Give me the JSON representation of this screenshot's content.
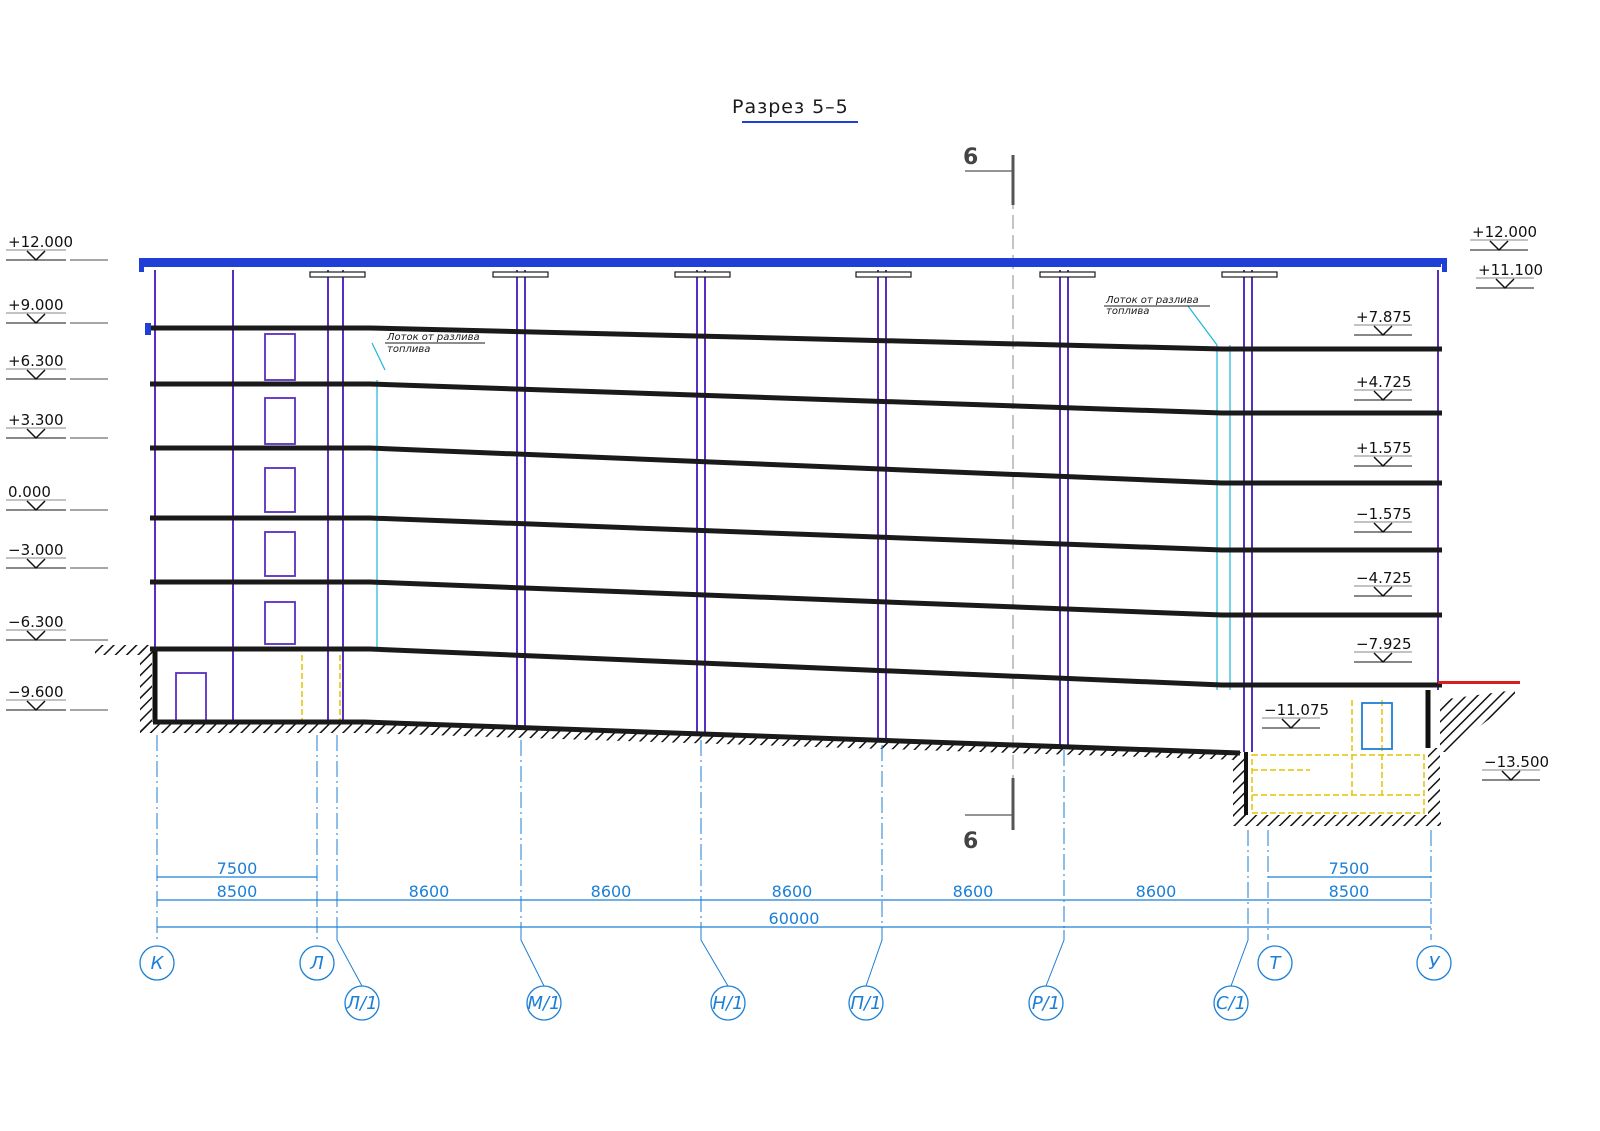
{
  "title": "Разрез 5–5",
  "section_mark": "6",
  "levels_left": [
    "+12.000",
    "+9.000",
    "+6.300",
    "+3.300",
    "0.000",
    "−3.000",
    "−6.300",
    "−9.600"
  ],
  "levels_right": [
    "+12.000",
    "+11.100",
    "+7.875",
    "+4.725",
    "+1.575",
    "−1.575",
    "−4.725",
    "−7.925",
    "−11.075",
    "−13.500"
  ],
  "notes": [
    "Лоток от разлива",
    "топлива"
  ],
  "dims_top": [
    "7500",
    "7500"
  ],
  "dims_mid": [
    "8500",
    "8600",
    "8600",
    "8600",
    "8600",
    "8600",
    "8500"
  ],
  "dim_total": "60000",
  "axes_row1": [
    "К",
    "Л",
    "Т",
    "У"
  ],
  "axes_row2": [
    "Л/1",
    "М/1",
    "Н/1",
    "П/1",
    "Р/1",
    "С/1"
  ],
  "colors": {
    "slab": "#1a1a1a",
    "column": "#5a2ec2",
    "roof": "#1f3fd6",
    "dimension": "#1c7fd6",
    "aux": "#e6c300",
    "accent": "#d62020"
  }
}
